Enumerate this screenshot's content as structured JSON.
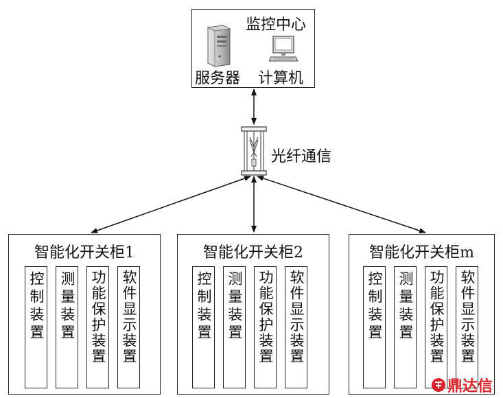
{
  "monitoring_center": {
    "title": "监控中心",
    "server_label": "服务器",
    "computer_label": "计算机"
  },
  "communication": {
    "label": "光纤通信"
  },
  "cabinets": [
    {
      "title": "智能化开关柜1",
      "devices": [
        "控制装置",
        "测量装置",
        "功能保护装置",
        "软件显示装置"
      ]
    },
    {
      "title": "智能化开关柜2",
      "devices": [
        "控制装置",
        "测量装置",
        "功能保护装置",
        "软件显示装置"
      ]
    },
    {
      "title": "智能化开关柜m",
      "devices": [
        "控制装置",
        "测量装置",
        "功能保护装置",
        "软件显示装置"
      ]
    }
  ],
  "watermark": {
    "text": "鼎达信",
    "color": "#d9232a"
  }
}
